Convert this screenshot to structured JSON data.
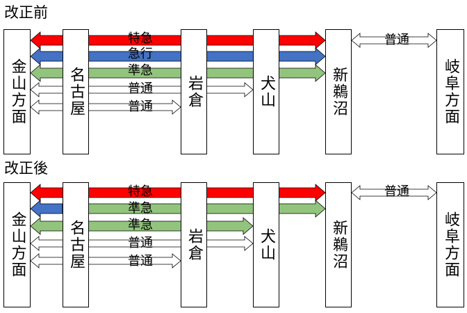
{
  "sections": [
    {
      "title": "改正前",
      "stations": [
        {
          "name": "金山方面"
        },
        {
          "name": "名古屋"
        },
        {
          "name": "岩倉"
        },
        {
          "name": "犬山"
        },
        {
          "name": "新鵜沼"
        },
        {
          "name": "岐阜方面"
        }
      ],
      "services": [
        {
          "label": "特急",
          "color": "#ff0000",
          "from": "金山方面",
          "to": "新鵜沼"
        },
        {
          "label": "急行",
          "color": "#4472c4",
          "from": "金山方面",
          "to": "新鵜沼"
        },
        {
          "label": "準急",
          "color": "#92c47d",
          "from": "金山方面",
          "to": "新鵜沼"
        },
        {
          "label": "普通",
          "color": "#ffffff",
          "from": "金山方面",
          "to": "犬山"
        },
        {
          "label": "普通",
          "color": "#ffffff",
          "from": "金山方面",
          "to": "岩倉"
        },
        {
          "label": "普通",
          "color": "#ffffff",
          "from": "新鵜沼",
          "to": "岐阜方面"
        }
      ]
    },
    {
      "title": "改正後",
      "stations": [
        {
          "name": "金山方面"
        },
        {
          "name": "名古屋"
        },
        {
          "name": "岩倉"
        },
        {
          "name": "犬山"
        },
        {
          "name": "新鵜沼"
        },
        {
          "name": "岐阜方面"
        }
      ],
      "services": [
        {
          "label": "特急",
          "color": "#ff0000",
          "from": "金山方面",
          "to": "新鵜沼"
        },
        {
          "label": "準急",
          "color": "#4472c4",
          "from": "金山方面",
          "to": "名古屋"
        },
        {
          "label": "準急",
          "color": "#92c47d",
          "from": "名古屋",
          "to": "新鵜沼"
        },
        {
          "label": "準急",
          "color": "#92c47d",
          "from": "金山方面",
          "to": "犬山"
        },
        {
          "label": "普通",
          "color": "#ffffff",
          "from": "金山方面",
          "to": "犬山"
        },
        {
          "label": "普通",
          "color": "#ffffff",
          "from": "金山方面",
          "to": "岩倉"
        },
        {
          "label": "普通",
          "color": "#ffffff",
          "from": "新鵜沼",
          "to": "岐阜方面"
        }
      ]
    }
  ]
}
